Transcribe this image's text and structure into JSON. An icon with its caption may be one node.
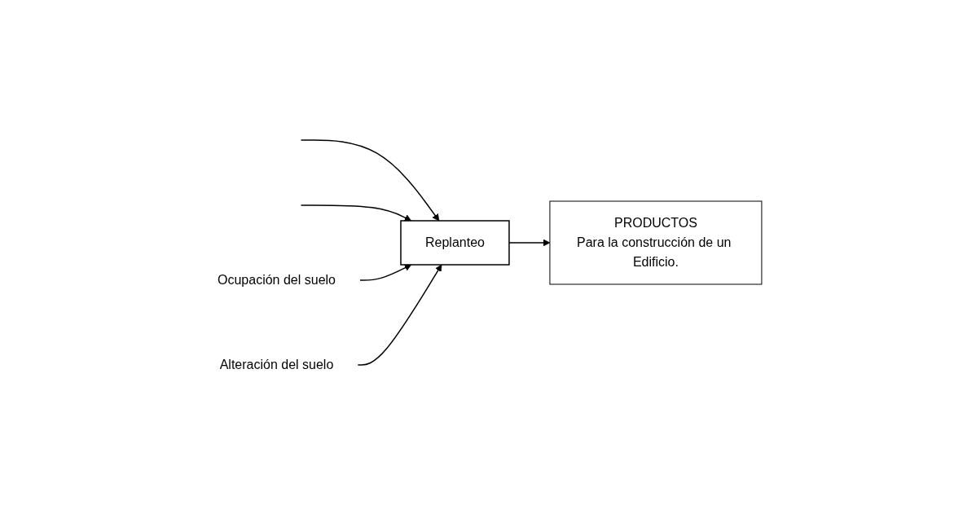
{
  "diagram": {
    "nodes": [
      {
        "text": [
          "Ocupación del suelo"
        ]
      },
      {
        "text": [
          "Replanteo"
        ]
      },
      {
        "text": [
          "Alteración del suelo"
        ]
      },
      {
        "text": [
          "PRODUCTOS",
          "Para la construcción de un Edificio."
        ]
      }
    ],
    "edges": [
      {
        "from": null,
        "to": 1,
        "arrow": "to"
      },
      {
        "from": null,
        "to": 1,
        "arrow": "to"
      },
      {
        "from": 0,
        "to": 1,
        "arrow": "to"
      },
      {
        "from": 2,
        "to": 1,
        "arrow": "to"
      },
      {
        "from": 1,
        "to": 3,
        "arrow": "to"
      }
    ]
  }
}
